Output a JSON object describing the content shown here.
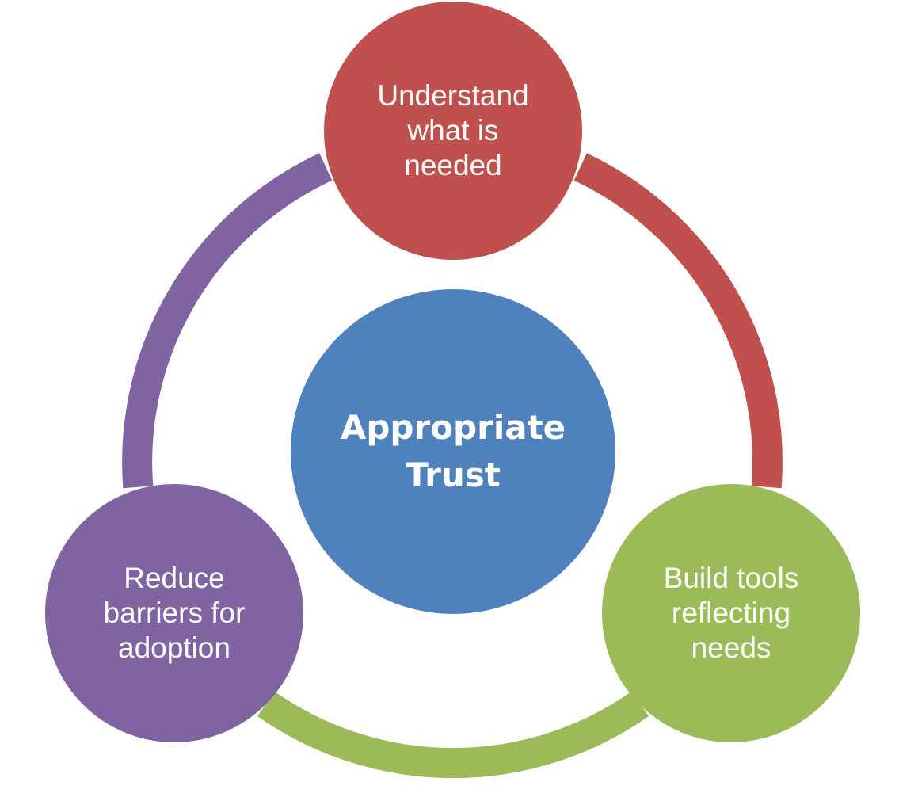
{
  "center": {
    "label": "Appropriate\nTrust",
    "color": "#4f81bd"
  },
  "nodes": [
    {
      "label": "Understand\nwhat is\nneeded",
      "color": "#c0504d"
    },
    {
      "label": "Build tools\nreflecting\nneeds",
      "color": "#9bbb59"
    },
    {
      "label": "Reduce\nbarriers for\nadoption",
      "color": "#8064a2"
    }
  ],
  "connectors": [
    {
      "from": "Understand what is needed",
      "to": "Build tools reflecting needs",
      "color": "#c0504d"
    },
    {
      "from": "Build tools reflecting needs",
      "to": "Reduce barriers for adoption",
      "color": "#9bbb59"
    },
    {
      "from": "Reduce barriers for adoption",
      "to": "Understand what is needed",
      "color": "#8064a2"
    }
  ]
}
